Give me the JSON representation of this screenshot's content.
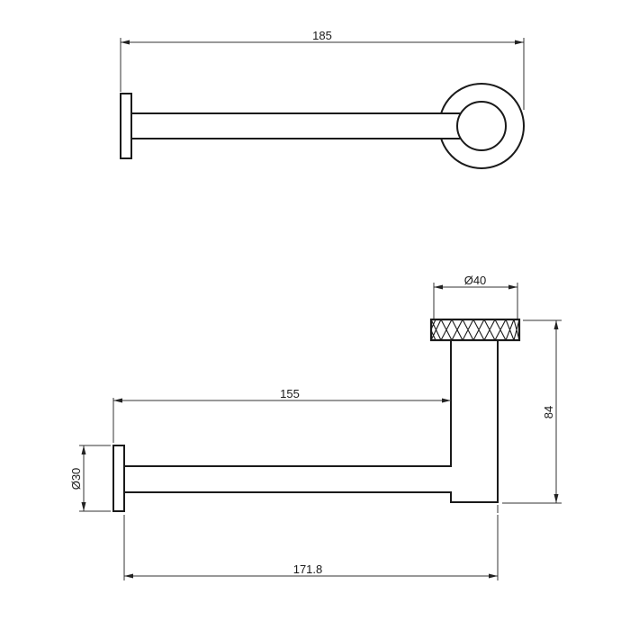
{
  "drawing": {
    "top_view": {
      "dimensions": {
        "overall_length": "185"
      }
    },
    "side_view": {
      "dimensions": {
        "cap_diameter": "Ø40",
        "arm_length": "155",
        "height": "84",
        "plate_diameter": "Ø30",
        "overall_length": "171.8"
      }
    },
    "colors": {
      "line": "#1a1a1a",
      "dimension_line": "#333333",
      "background": "#ffffff"
    }
  }
}
